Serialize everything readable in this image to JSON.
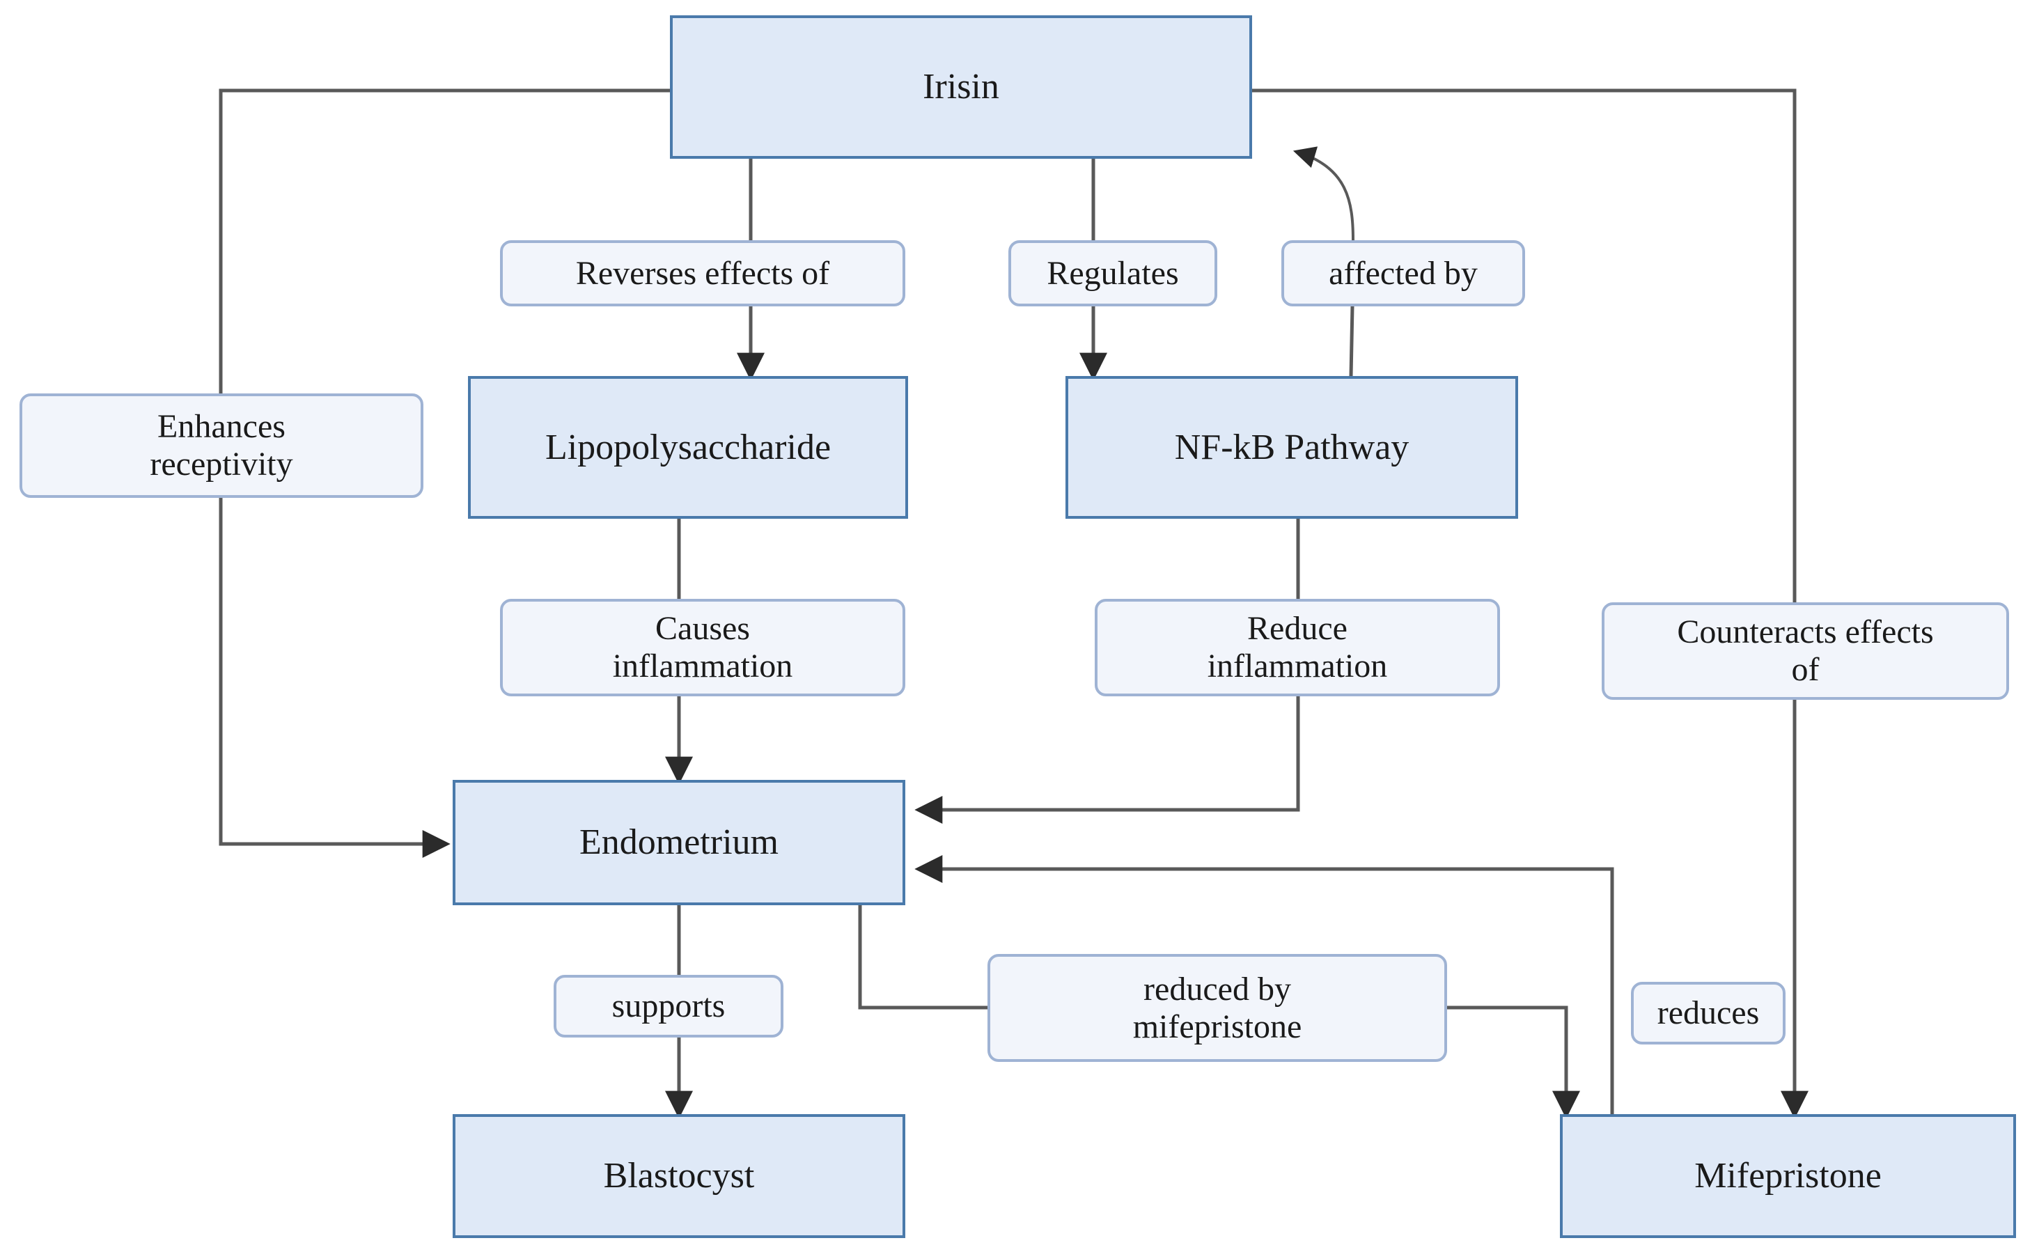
{
  "diagram": {
    "title": "Irisin signalling and endometrial receptivity flow diagram",
    "colors": {
      "node_fill": "#dfe9f7",
      "node_border": "#4a7aab",
      "label_fill": "#f2f5fb",
      "label_border": "#9fb3d4",
      "edge_stroke": "#595959",
      "background": "#ffffff"
    },
    "nodes": [
      {
        "id": "irisin",
        "label": "Irisin"
      },
      {
        "id": "lipopolysaccharide",
        "label": "Lipopolysaccharide"
      },
      {
        "id": "nfkb",
        "label": "NF-kB Pathway"
      },
      {
        "id": "endometrium",
        "label": "Endometrium"
      },
      {
        "id": "blastocyst",
        "label": "Blastocyst"
      },
      {
        "id": "mifepristone",
        "label": "Mifepristone"
      }
    ],
    "edge_labels": [
      {
        "id": "reverses-effects-of",
        "line1": "Reverses effects of",
        "line2": ""
      },
      {
        "id": "regulates",
        "line1": "Regulates",
        "line2": ""
      },
      {
        "id": "affected-by",
        "line1": "affected by",
        "line2": ""
      },
      {
        "id": "enhances-receptivity",
        "line1": "Enhances",
        "line2": "receptivity"
      },
      {
        "id": "causes-inflammation",
        "line1": "Causes",
        "line2": "inflammation"
      },
      {
        "id": "reduce-inflammation",
        "line1": "Reduce",
        "line2": "inflammation"
      },
      {
        "id": "counteracts-effects-of",
        "line1": "Counteracts effects",
        "line2": "of"
      },
      {
        "id": "supports",
        "line1": "supports",
        "line2": ""
      },
      {
        "id": "reduced-by-mifepristone",
        "line1": "reduced by",
        "line2": "mifepristone"
      },
      {
        "id": "reduces",
        "line1": "reduces",
        "line2": ""
      }
    ],
    "edges": [
      {
        "from": "irisin",
        "to": "lipopolysaccharide",
        "label": "Reverses effects of"
      },
      {
        "from": "irisin",
        "to": "nfkb",
        "label": "Regulates"
      },
      {
        "from": "nfkb",
        "to": "irisin",
        "label": "affected by"
      },
      {
        "from": "irisin",
        "to": "endometrium",
        "label": "Enhances receptivity"
      },
      {
        "from": "lipopolysaccharide",
        "to": "endometrium",
        "label": "Causes inflammation"
      },
      {
        "from": "nfkb",
        "to": "endometrium",
        "label": "Reduce inflammation"
      },
      {
        "from": "irisin",
        "to": "mifepristone",
        "label": "Counteracts effects of"
      },
      {
        "from": "endometrium",
        "to": "blastocyst",
        "label": "supports"
      },
      {
        "from": "endometrium",
        "to": "mifepristone",
        "label": "reduced by mifepristone"
      },
      {
        "from": "mifepristone",
        "to": "endometrium",
        "label": "reduces"
      }
    ]
  }
}
